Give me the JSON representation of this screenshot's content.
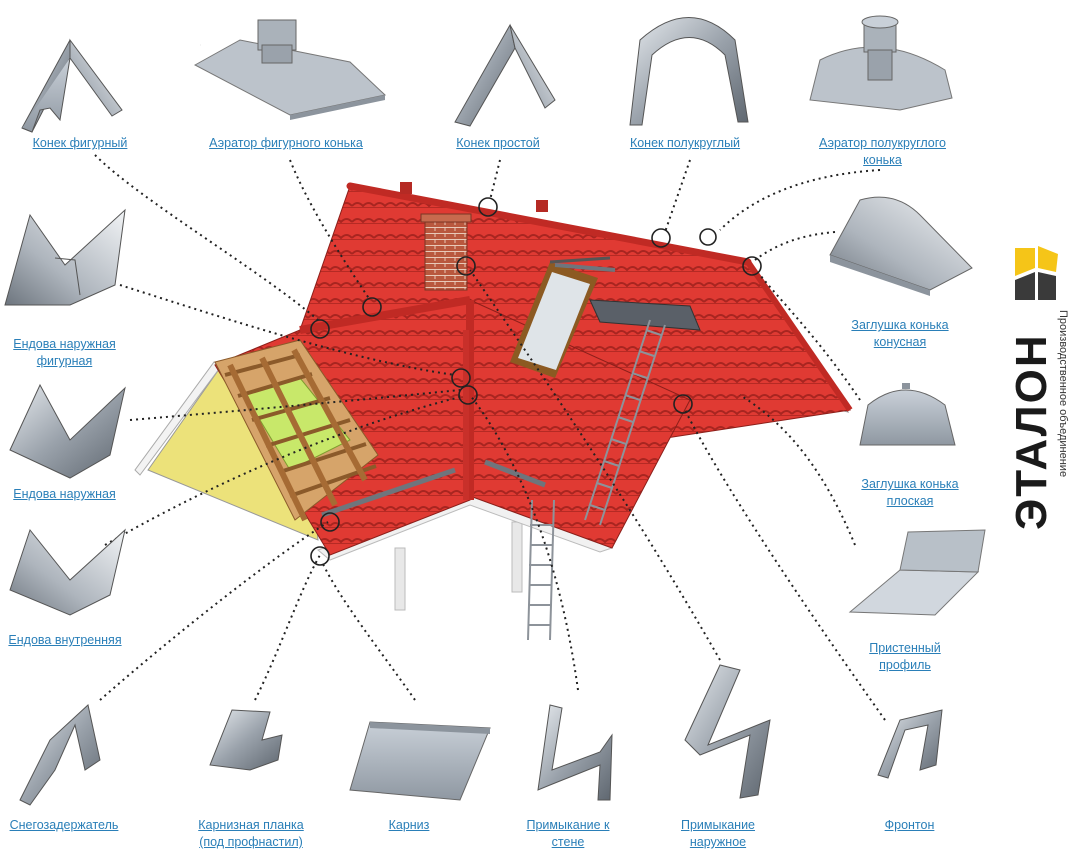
{
  "brand": {
    "name": "ЭТАЛОН",
    "tagline": "Производственное объединение",
    "colors": {
      "yellow": "#f5c518",
      "dark": "#3a3a3a"
    }
  },
  "colors": {
    "roof": "#d9322c",
    "roof_dark": "#a8221e",
    "metal": "#a9b0b8",
    "gable": "#ece27a",
    "link": "#2a7fb8",
    "chimney": "#b5563c",
    "insulation": "#c8e86a",
    "wood": "#c28a4a"
  },
  "components": [
    {
      "id": "konek-figurny",
      "label": "Конек фигурный",
      "icon": "figured-ridge-icon"
    },
    {
      "id": "aerator-figurnogo",
      "label": "Аэратор фигурного конька",
      "icon": "figured-ridge-aerator-icon"
    },
    {
      "id": "konek-prostoy",
      "label": "Конек простой",
      "icon": "simple-ridge-icon"
    },
    {
      "id": "konek-polukrugly",
      "label": "Конек полукруглый",
      "icon": "semicircular-ridge-icon"
    },
    {
      "id": "aerator-polukruglogo",
      "label": "Аэратор полукруглого\nконька",
      "icon": "semicircular-ridge-aerator-icon"
    },
    {
      "id": "zaglushka-konusnaya",
      "label": "Заглушка конька\nконусная",
      "icon": "conical-ridge-cap-icon"
    },
    {
      "id": "zaglushka-ploskaya",
      "label": "Заглушка конька\nплоская",
      "icon": "flat-ridge-cap-icon"
    },
    {
      "id": "pristenny-profil",
      "label": "Пристенный\nпрофиль",
      "icon": "wall-profile-icon"
    },
    {
      "id": "fronton",
      "label": "Фронтон",
      "icon": "gable-trim-icon"
    },
    {
      "id": "primykanie-naruzhnoe",
      "label": "Примыкание\nнаружное",
      "icon": "outer-abutment-icon"
    },
    {
      "id": "primykanie-k-stene",
      "label": "Примыкание к\nстене",
      "icon": "wall-abutment-icon"
    },
    {
      "id": "karniz",
      "label": "Карниз",
      "icon": "eave-icon"
    },
    {
      "id": "karniznaya-planka",
      "label": "Карнизная планка\n(под профнастил)",
      "icon": "eave-strip-icon"
    },
    {
      "id": "snegozaderzhatel",
      "label": "Снегозадержатель",
      "icon": "snow-guard-icon"
    },
    {
      "id": "endova-vnutrennyaya",
      "label": "Ендова внутренняя",
      "icon": "inner-valley-icon"
    },
    {
      "id": "endova-naruzhnaya",
      "label": "Ендова наружная",
      "icon": "outer-valley-icon"
    },
    {
      "id": "endova-naruzhnaya-figurnaya",
      "label": "Ендова наружная\nфигурная",
      "icon": "figured-outer-valley-icon"
    }
  ]
}
